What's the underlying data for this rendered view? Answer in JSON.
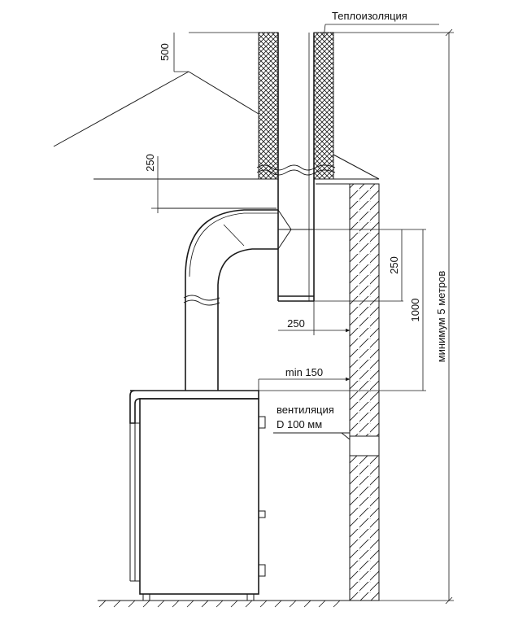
{
  "labels": {
    "insulation": "Теплоизоляция",
    "dim_500": "500",
    "dim_250_roof": "250",
    "dim_250_right": "250",
    "dim_1000": "1000",
    "dim_250_bottom": "250",
    "min_150": "min 150",
    "ventilation_line1": "вентиляция",
    "ventilation_line2": "D 100 мм",
    "min_5m": "минимум 5 метров"
  },
  "colors": {
    "line": "#1a1a1a",
    "background": "#ffffff"
  }
}
